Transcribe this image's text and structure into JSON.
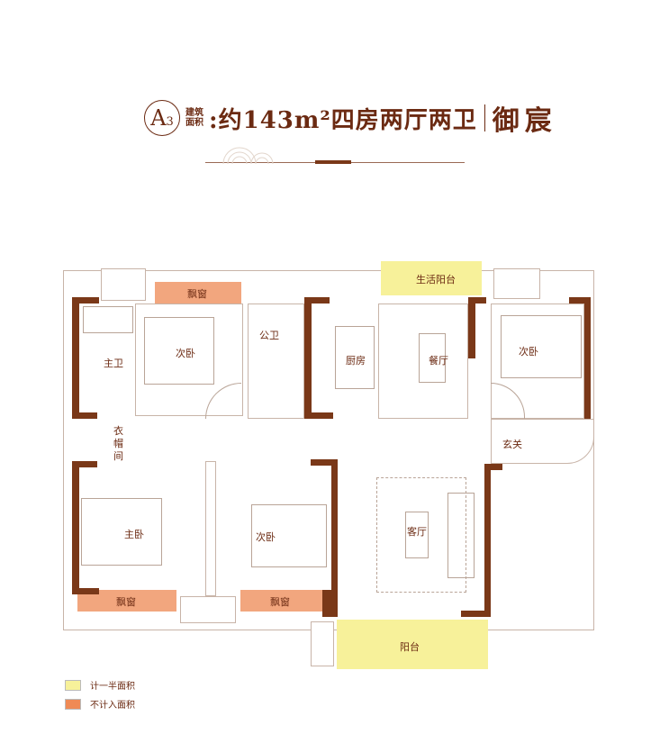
{
  "header": {
    "unit_badge": "A",
    "unit_badge_sub": "3",
    "area_label_line1": "建筑",
    "area_label_line2": "面积",
    "title": ":约143m²四房两厅两卫",
    "brand": "御宸"
  },
  "rooms": {
    "master_bath": "主卫",
    "bedroom_nw": "次卧",
    "public_bath": "公卫",
    "kitchen": "厨房",
    "dining": "餐厅",
    "bedroom_ne": "次卧",
    "utility_balcony": "生活阳台",
    "entrance": "玄关",
    "cloakroom": "衣帽间",
    "master_bedroom": "主卧",
    "bedroom_sw": "次卧",
    "living_room": "客厅",
    "balcony": "阳台",
    "bay_window_1": "飘窗",
    "bay_window_2": "飘窗",
    "bay_window_3": "飘窗"
  },
  "legend": [
    {
      "label": "计一半面积",
      "color": "#f7f19a"
    },
    {
      "label": "不计入面积",
      "color": "#f2a67e"
    }
  ],
  "colors": {
    "wall": "#7a3818",
    "text": "#6b2a12",
    "bay_window": "#f2a67e",
    "half_area": "#f7f19a"
  }
}
